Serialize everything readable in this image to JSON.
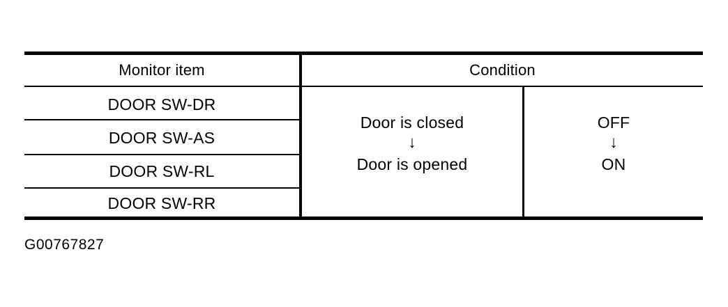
{
  "figure": {
    "caption": "G00767827"
  },
  "table": {
    "headers": {
      "monitor_item": "Monitor item",
      "condition": "Condition"
    },
    "monitor_items": [
      {
        "label": "DOOR SW-DR"
      },
      {
        "label": "DOOR SW-AS"
      },
      {
        "label": "DOOR SW-RL"
      },
      {
        "label": "DOOR SW-RR"
      }
    ],
    "condition": {
      "state": {
        "from": "Door is closed",
        "arrow": "↓",
        "to": "Door is opened"
      },
      "signal": {
        "from": "OFF",
        "arrow": "↓",
        "to": "ON"
      }
    }
  },
  "colors": {
    "background": "#ffffff",
    "ink": "#000000"
  }
}
